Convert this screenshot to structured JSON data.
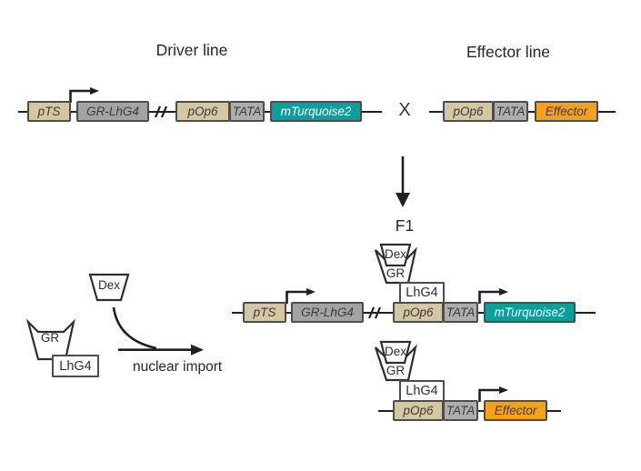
{
  "titles": {
    "driver": "Driver line",
    "effector": "Effector line"
  },
  "cross_label": "X",
  "f1_label": "F1",
  "nuclear_import_label": "nuclear import",
  "elements": {
    "pts": "pTS",
    "gr_lhg4": "GR-LhG4",
    "pop6": "pOp6",
    "tata": "TATA",
    "mturquoise2": "mTurquoise2",
    "effector": "Effector",
    "dex": "Dex",
    "gr": "GR",
    "lhg4": "LhG4"
  },
  "colors": {
    "promoter_tan": "#d5c7a1",
    "cds_gray": "#a3a3a3",
    "tata_gray": "#aeaeae",
    "reporter_teal": "#089f9c",
    "effector_orange": "#f5a01f",
    "line_dark": "#1f1f1f",
    "box_border": "#4d4d4d",
    "text_dark": "#3b3b3b",
    "text_light": "#ffffff",
    "background": "#ffffff"
  }
}
